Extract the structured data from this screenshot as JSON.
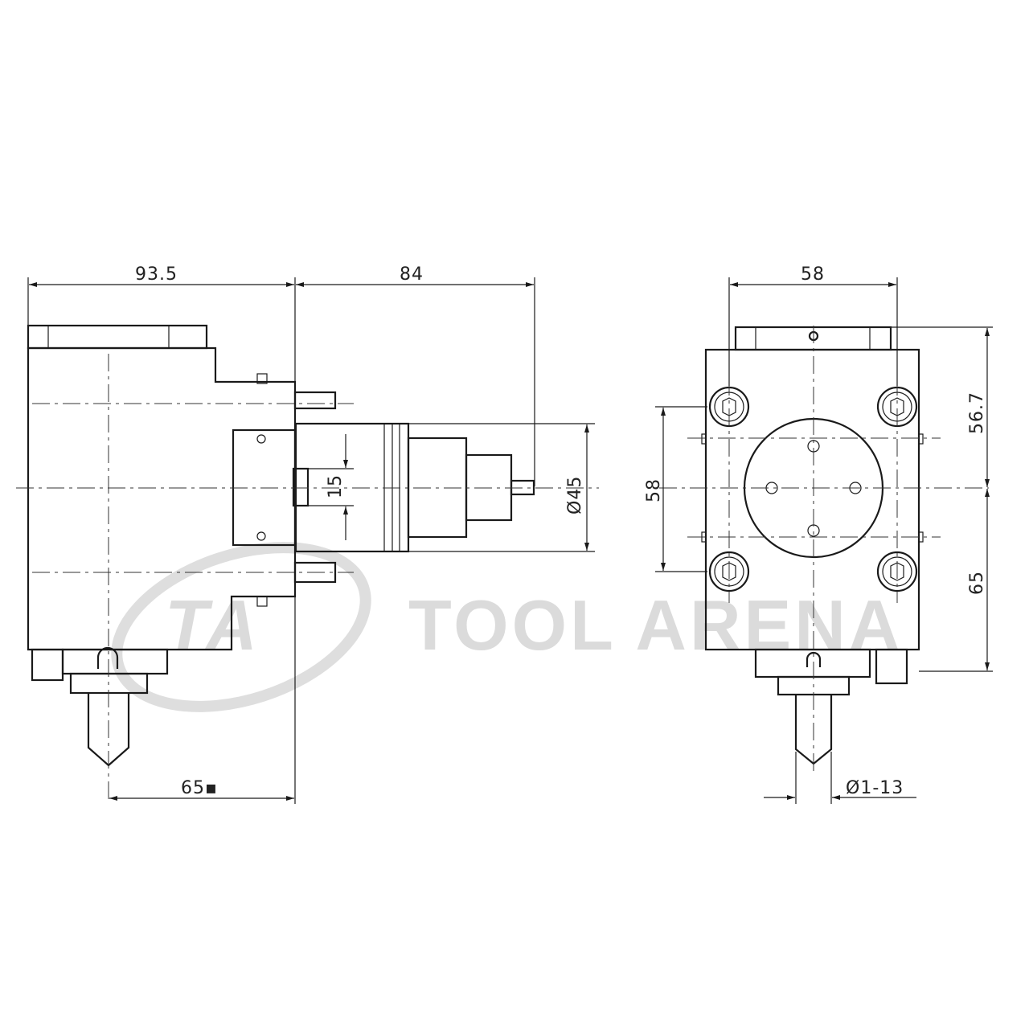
{
  "dimensions": {
    "side_width": "93.5",
    "side_reach": "84",
    "center_height": "65▪",
    "offset": "15",
    "diameter": "Ø45",
    "front_width": "58",
    "front_height_side": "58",
    "front_top": "56.7",
    "front_bottom": "65",
    "shank_dia": "Ø1-13"
  },
  "watermark": {
    "text": "TOOL ARENA",
    "logo_text": "TA"
  }
}
